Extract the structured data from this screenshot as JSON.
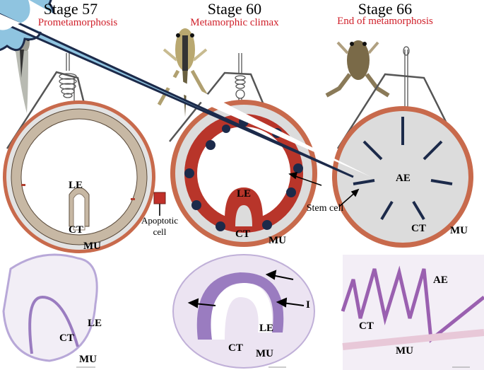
{
  "stages": [
    {
      "title": "Stage 57",
      "subtitle": "Prometamorphosis"
    },
    {
      "title": "Stage 60",
      "subtitle": "Metamorphic climax"
    },
    {
      "title": "Stage 66",
      "subtitle": "End of metamorphosis"
    }
  ],
  "diagram_labels": {
    "s57": {
      "le": "LE",
      "ct": "CT",
      "mu": "MU"
    },
    "s60": {
      "le": "LE",
      "ct": "CT",
      "mu": "MU"
    },
    "s66": {
      "ae": "AE",
      "ct": "CT",
      "mu": "MU"
    }
  },
  "legend": {
    "apoptotic": "Apoptotic cell",
    "stem": "Stem cell"
  },
  "histology_labels": {
    "s57": {
      "le": "LE",
      "ct": "CT",
      "mu": "MU"
    },
    "s60": {
      "le": "LE",
      "ct": "CT",
      "mu": "MU",
      "i": "I"
    },
    "s66": {
      "ae": "AE",
      "ct": "CT",
      "mu": "MU"
    }
  },
  "colors": {
    "accent": "#d0202a",
    "muscle": "#c8664a",
    "stem": "#1c2a4a",
    "epithelium57": "#c9b9a4",
    "epithelium60": "#b8352a",
    "epithelium66": "#8fc4e0"
  }
}
